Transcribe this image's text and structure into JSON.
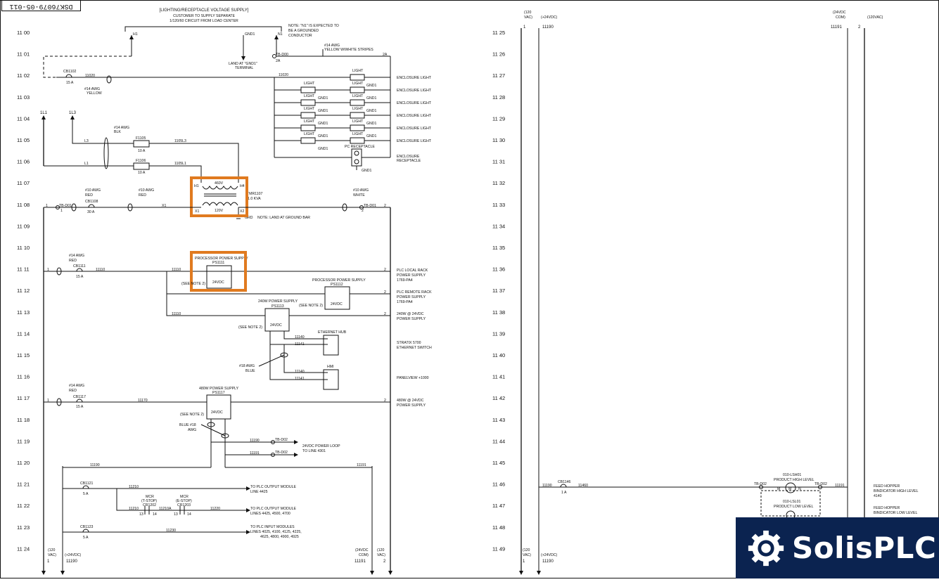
{
  "doc_id": "DSK76079-05-011",
  "title": {
    "line1": "[LIGHTING/RECEPTACLE VOLTAGE SUPPLY]",
    "line2": "CUSTOMER TO SUPPLY SEPARATE",
    "line3": "1/120/60 CIRCUIT FROM LOAD CENTER"
  },
  "rungs_left": [
    "11 00",
    "11 01",
    "11 02",
    "11 03",
    "11 04",
    "11 05",
    "11 06",
    "11 07",
    "11 08",
    "11 09",
    "11 10",
    "11 11",
    "11 12",
    "11 13",
    "11 14",
    "11 15",
    "11 16",
    "11 17",
    "11 18",
    "11 19",
    "11 20",
    "11 21",
    "11 22",
    "11 23",
    "11 24"
  ],
  "rungs_right": [
    "11 25",
    "11 26",
    "11 27",
    "11 28",
    "11 29",
    "11 30",
    "11 31",
    "11 32",
    "11 33",
    "11 34",
    "11 35",
    "11 36",
    "11 37",
    "11 38",
    "11 39",
    "11 40",
    "11 41",
    "11 42",
    "11 43",
    "11 44",
    "11 45",
    "11 46",
    "11 47",
    "11 48",
    "11 49"
  ],
  "labels": {
    "h1": "H1",
    "gnd1": "GND1",
    "n1": "N1",
    "note_n1": "NOTE: \"N1\" IS EXPECTED TO",
    "note_n1b": "BE A GROUNDED",
    "note_n1c": "CONDUCTOR",
    "land_gnd": "LAND AT \"GND1\"",
    "terminal": "TERMINAL",
    "awg14_yws": "#14 AWG",
    "yellow_ws": "YELLOW W/WHITE STRIPES",
    "tb_d00": "TB-D00",
    "t2a": "2A",
    "cb1102": "CB1102",
    "a15": "15 A",
    "awg14_y": "#14 AWG",
    "yellow": "YELLOW",
    "w11020": "11020",
    "light": "LIGHT",
    "gnd1s": "GND1",
    "enc_light": "ENCLOSURE LIGHT",
    "pc_recept": "PC RECEPTACLE",
    "enc_recept1": "ENCLOSURE",
    "enc_recept2": "RECEPTACLE",
    "l1_top": "1L1",
    "l3_top": "1L3",
    "awg14_blk": "#14 AWG",
    "blk": "BLK",
    "l3": "L3",
    "l1": "L1",
    "f1105": "F1105",
    "f1106": "F1106",
    "a10": "10 A",
    "w1105l3": "1105L3",
    "w1105l1": "1105L1",
    "v460": "460V",
    "v120": "120V",
    "h1t": "H1",
    "h4t": "H4",
    "x1t": "X1",
    "x2t": "X2",
    "tmr": "TMR1107",
    "kva": "1.0 KVA",
    "grd": "GRD",
    "note_land": "NOTE: LAND AT GROUND BAR",
    "awg10": "#10 AWG",
    "red": "RED",
    "white": "WHITE",
    "tb_d01": "TB-D01",
    "cb1108": "CB1108",
    "a30": "30 A",
    "x1": "X1",
    "one": "1",
    "two": "2",
    "awg14_red": "#14 AWG",
    "cb1111": "CB1111",
    "w11110": "11110",
    "proc_ps": "PROCESSOR POWER SUPPLY",
    "ps1111": "PS1111",
    "ps1112": "PS1112",
    "v24dc": "24VDC",
    "see_note2": "(SEE NOTE 2)",
    "plc_local1": "PLC LOCAL RACK",
    "plc_local2": "POWER SUPPLY",
    "plc_local3": "1769-PA4",
    "plc_remote1": "PLC REMOTE RACK",
    "ps240": "240W POWER SUPPLY",
    "ps1113": "PS1113",
    "w240_1": "240W @ 24VDC",
    "w240_2": "POWER SUPPLY",
    "eth_hub": "ETHERNET HUB",
    "hmi": "HMI",
    "w11140": "11140",
    "w11141": "11141",
    "stratix1": "STRATIX 5700",
    "stratix2": "ETHERNET SWITCH",
    "panelview": "PANELVIEW +1000",
    "awg18": "#18 AWG",
    "blue": "BLUE",
    "cb1117": "CB1117",
    "w11170": "11170",
    "ps480": "480W POWER SUPPLY",
    "ps1117": "PS1117",
    "w480_1": "480W @ 24VDC",
    "w480_2": "POWER SUPPLY",
    "blue18": "BLUE #18",
    "awg": "AWG",
    "w11190": "11190",
    "w11191": "11191",
    "tb_d02": "TB-D02",
    "loop1": "24VDC POWER LOOP",
    "loop2": "TO LINE 4301",
    "cb1121": "CB1121",
    "a5": "5 A",
    "w11210": "11210",
    "to_plc_out": "TO PLC OUTPUT MODULE",
    "line4425": "LINE 4425",
    "mcr": "MCR",
    "tstop": "(T-STOP)",
    "estop": "(E-STOP)",
    "cr1202": "CR1202",
    "cr1203": "CR1203",
    "w11210a": "11210A",
    "w11220": "11220",
    "n13": "13",
    "n14": "14",
    "to_plc_out2": "TO PLC OUTPUT MODULE",
    "lines_out": "LINES 4425, 4500, 4700",
    "cb1123": "CB1123",
    "w11230": "11230",
    "to_plc_in": "TO PLC INPUT MODULES",
    "lines_in1": "LINES 4025, 4100, 4125, 4225,",
    "lines_in2": "4625, 4800, 4900, 4925",
    "vac120": "(120",
    "vac": "VAC)",
    "p24vdc": "(+24VDC)",
    "vdc24": "(24VDC",
    "com": "COM)",
    "v120vac": "(120VAC)",
    "cb1146": "CB1146",
    "a1": "1 A",
    "w11460": "11460",
    "lsh": "010-LSH01",
    "prod_high": "PRODUCT HIGH LEVEL",
    "lsl": "010-LSL01",
    "prod_low": "PRODUCT LOW LEVEL",
    "m": "M",
    "n": "N",
    "feed1": "FEED HOPPER",
    "feed_high": "BINDICATOR HIGH LEVEL",
    "n4140": "4140",
    "feed_low": "BINDICATOR LOW LEVEL"
  },
  "logo": {
    "text": "SolisPLC"
  },
  "colors": {
    "highlight": "#e07a1f",
    "logo_bg": "#0b2350"
  }
}
